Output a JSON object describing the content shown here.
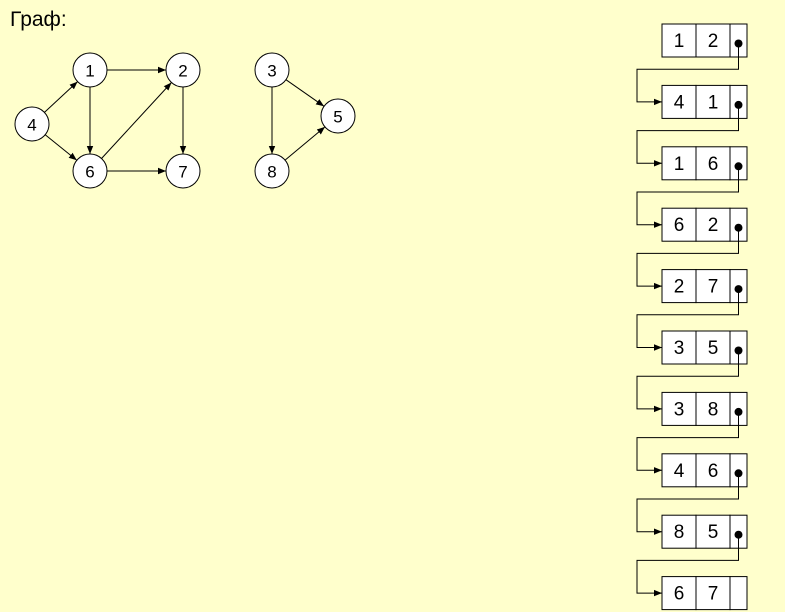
{
  "title": "Граф:",
  "graph": {
    "nodes": [
      {
        "id": "1",
        "label": "1"
      },
      {
        "id": "2",
        "label": "2"
      },
      {
        "id": "3",
        "label": "3"
      },
      {
        "id": "4",
        "label": "4"
      },
      {
        "id": "5",
        "label": "5"
      },
      {
        "id": "6",
        "label": "6"
      },
      {
        "id": "7",
        "label": "7"
      },
      {
        "id": "8",
        "label": "8"
      }
    ],
    "edges": [
      {
        "from": "4",
        "to": "1"
      },
      {
        "from": "4",
        "to": "6"
      },
      {
        "from": "1",
        "to": "2"
      },
      {
        "from": "1",
        "to": "6"
      },
      {
        "from": "6",
        "to": "2"
      },
      {
        "from": "2",
        "to": "7"
      },
      {
        "from": "6",
        "to": "7"
      },
      {
        "from": "3",
        "to": "5"
      },
      {
        "from": "3",
        "to": "8"
      },
      {
        "from": "8",
        "to": "5"
      }
    ]
  },
  "edge_list": [
    {
      "a": "1",
      "b": "2"
    },
    {
      "a": "4",
      "b": "1"
    },
    {
      "a": "1",
      "b": "6"
    },
    {
      "a": "6",
      "b": "2"
    },
    {
      "a": "2",
      "b": "7"
    },
    {
      "a": "3",
      "b": "5"
    },
    {
      "a": "3",
      "b": "8"
    },
    {
      "a": "4",
      "b": "6"
    },
    {
      "a": "8",
      "b": "5"
    },
    {
      "a": "6",
      "b": "7"
    }
  ]
}
